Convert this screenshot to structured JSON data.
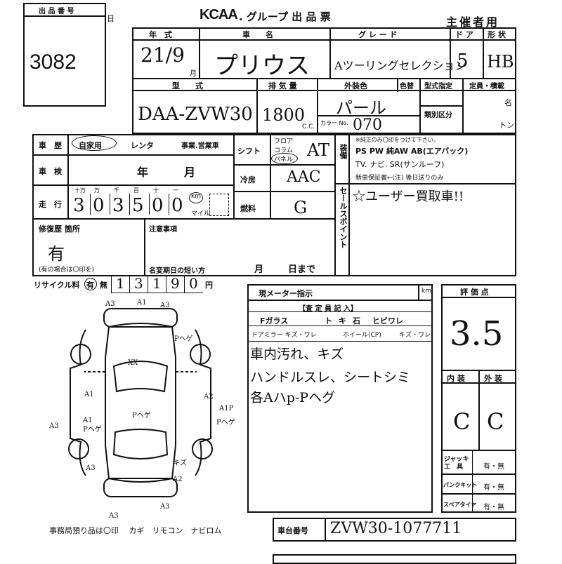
{
  "header": {
    "lot_label": "出 品 番 号",
    "lot_number": "3082",
    "brand": "KCAA",
    "group_title": ". グループ  出 品 票",
    "organizer_label": "主催者用"
  },
  "row1": {
    "year_label": "年　式",
    "model_label": "車　　名",
    "grade_label": "グ レ ー ド",
    "doors_label": "ド ア",
    "shape_label": "形 状",
    "year_value": "21/9",
    "month_unit": "月",
    "model_value": "プリウス",
    "grade_value": "Aツーリングセレクション",
    "doors_value": "5",
    "shape_value": "HB"
  },
  "row2": {
    "type_label": "型　　式",
    "displacement_label": "排 気 量",
    "color_label": "外装色",
    "color_code_label": "色替",
    "type_spec_label": "型式指定",
    "capacity_label": "定員・積載",
    "category_label": "類別区分",
    "persons_unit": "名",
    "tons_unit": "トン",
    "cc_unit": "C.C.",
    "color_no_label": "カラー No.",
    "type_value": "DAA-ZVW30",
    "displacement_value": "1800",
    "color_value": "パール",
    "color_no_value": "070"
  },
  "history": {
    "label": "車　歴",
    "options": [
      "自家用",
      "レンタ",
      "事業.営業車"
    ],
    "selected": "自家用",
    "inspection_label": "車　検",
    "inspection_year": "年",
    "inspection_month": "月",
    "mileage_label": "走　行",
    "mileage_units": [
      "十万",
      "万",
      "千",
      "百",
      "十",
      "一"
    ],
    "mileage_digits": [
      "3",
      "0",
      "3",
      "5",
      "0",
      "0"
    ],
    "km_label": "km",
    "mile_label": "マイル"
  },
  "specs": {
    "shift_label": "シフト",
    "shift_options": [
      "フロア",
      "コラム",
      "パネル"
    ],
    "shift_value": "AT",
    "ac_label": "冷房",
    "ac_value": "AAC",
    "fuel_label": "燃料",
    "fuel_value": "G"
  },
  "equipment": {
    "label": "装備",
    "note": "※純正のみ〇印をつけて下さい。",
    "line1": "PS  PW  純AW  AB(エアバック)",
    "line2": "TV. ナビ. SR(サンルーフ)",
    "line3": "新車保証書←(注) 後日送りのみ"
  },
  "sales_point": {
    "label": "セールスポイント",
    "text": "☆ユーザー買取車!!"
  },
  "repair": {
    "label": "修復歴 箇所",
    "value": "有",
    "note": "(有の場合は〇印を)"
  },
  "notes": {
    "label": "注意事項",
    "deadline_label": "名変期日の短い方",
    "month": "月",
    "day": "日まで"
  },
  "recycle": {
    "label": "リサイクル料",
    "yes": "有",
    "no": "無",
    "digits": [
      "1",
      "3",
      "1",
      "9",
      "0"
    ],
    "unit": "円"
  },
  "meter": {
    "label": "現メーター指示",
    "km": "km"
  },
  "inspector": {
    "label": "【査 定 員 記 入】",
    "glass_label": "Fガラス",
    "glass_options": [
      "ト",
      "キ",
      "石",
      "ヒビワレ"
    ],
    "mirror_label": "ドアミラー キズ・ワレ",
    "wheel_label": "ホイール(CP)",
    "wheel_options": [
      "キズ・ワレ"
    ],
    "comments": [
      "車内汚れ、キズ",
      "ハンドルスレ、シートシミ",
      "各Aハp-Pヘグ"
    ]
  },
  "evaluation": {
    "label": "評 価 点",
    "score": "3.5",
    "interior_label": "内 装",
    "exterior_label": "外 装",
    "interior_value": "C",
    "exterior_value": "C"
  },
  "tools": {
    "jack_label": "ジャッキ 工　具",
    "puncture_label": "パンクキット",
    "spare_label": "スペアタイヤ",
    "yes_no": "有・無"
  },
  "chassis": {
    "label": "車台番号",
    "value": "ZVW30-1077711"
  },
  "diagram": {
    "marks": [
      "A3",
      "A1",
      "A3",
      "Pヘゲ",
      "XX",
      "A1",
      "A2",
      "A1P",
      "Pヘゲ",
      "A3",
      "A1",
      "Pヘゲ",
      "Pヘゲ",
      "キズ",
      "A2",
      "A3",
      "A3",
      "A3"
    ],
    "footer": "事務局預り品は〇印　 カギ　リモコン　ナビロム"
  }
}
